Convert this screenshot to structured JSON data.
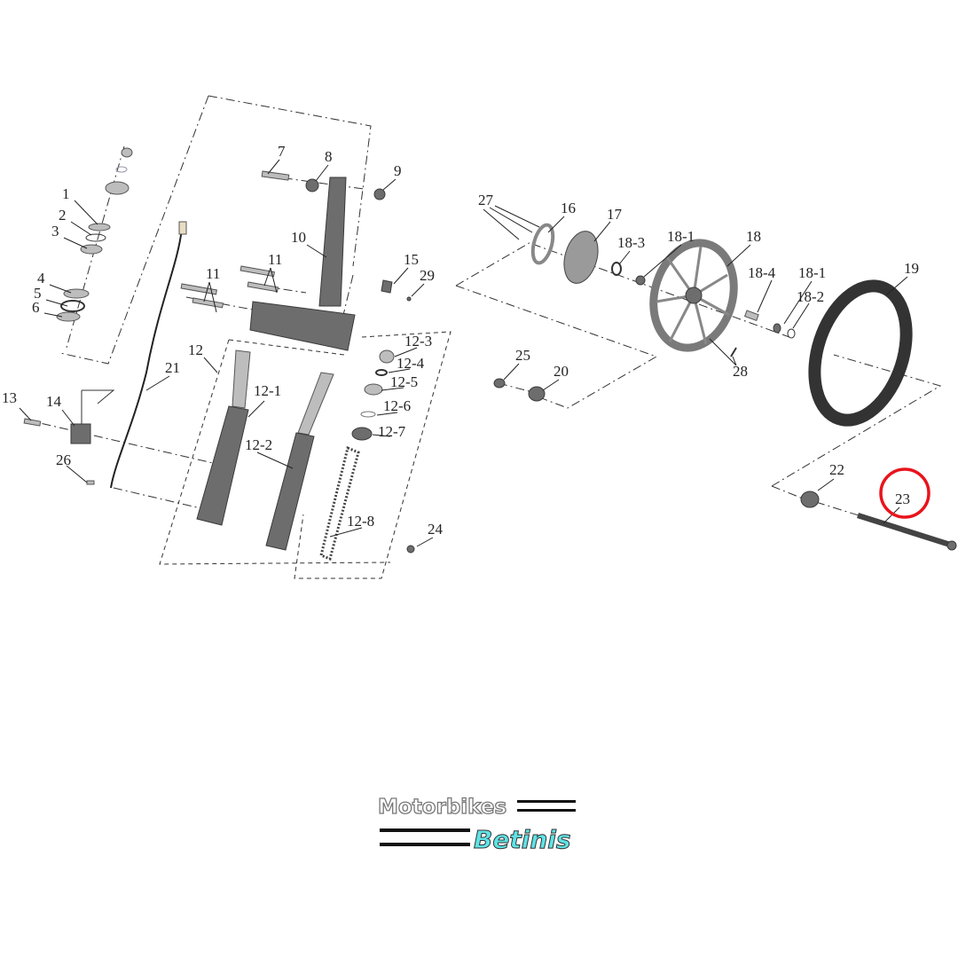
{
  "diagram": {
    "title": "Front fork and front wheel exploded parts diagram",
    "callouts": [
      "1",
      "2",
      "3",
      "4",
      "5",
      "6",
      "7",
      "8",
      "9",
      "10",
      "11",
      "11",
      "12",
      "12-1",
      "12-2",
      "12-3",
      "12-4",
      "12-5",
      "12-6",
      "12-7",
      "12-8",
      "13",
      "14",
      "15",
      "16",
      "17",
      "18-3",
      "18-1",
      "18",
      "18-4",
      "18-1",
      "18-2",
      "19",
      "20",
      "21",
      "22",
      "23",
      "24",
      "25",
      "26",
      "27",
      "28",
      "29"
    ],
    "highlighted_part": "23",
    "highlight_color": "#e8141c"
  },
  "logo": {
    "line1": "Motorbikes",
    "line2": "Betinis",
    "accent_color": "#5ee3e6"
  }
}
